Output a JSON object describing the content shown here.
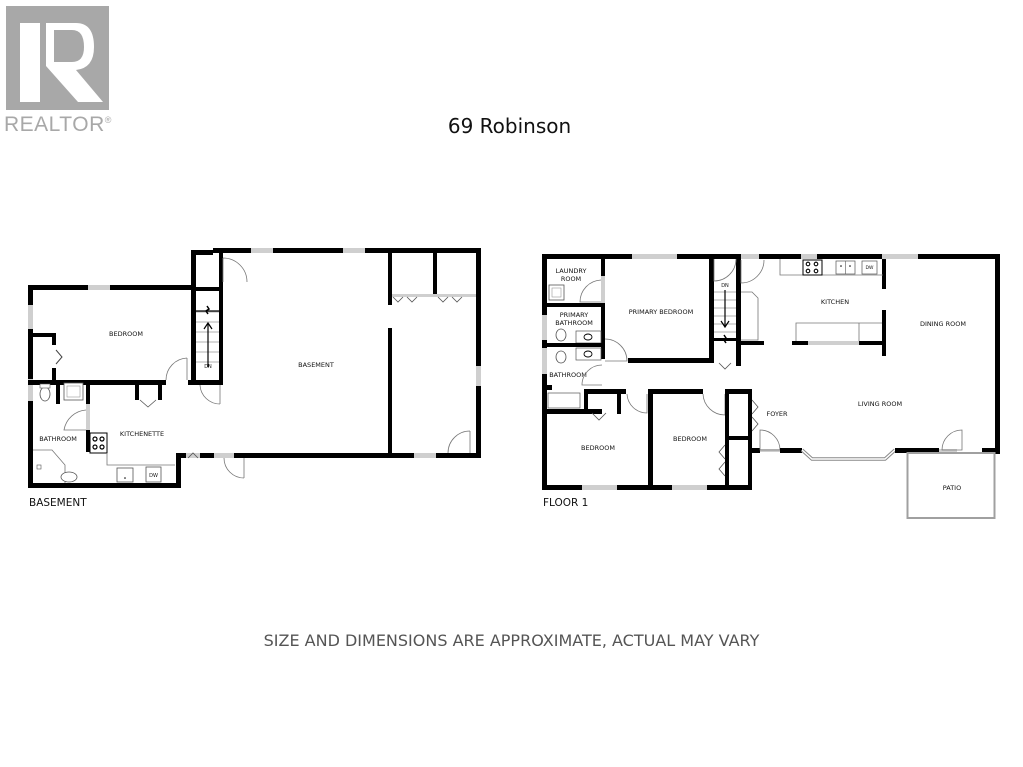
{
  "logo": {
    "icon": "realtor-r-logo-icon",
    "text": "REALTOR",
    "registered": "®",
    "color": "#a8a8a8"
  },
  "title": "69 Robinson",
  "disclaimer": "SIZE AND DIMENSIONS ARE APPROXIMATE, ACTUAL MAY VARY",
  "plans": {
    "basement": {
      "label": "BASEMENT",
      "rooms": {
        "bedroom": "BEDROOM",
        "basement": "BASEMENT",
        "bathroom": "BATHROOM",
        "kitchenette": "KITCHENETTE",
        "stairs": "DN",
        "dishwasher": "DW"
      }
    },
    "floor1": {
      "label": "FLOOR 1",
      "rooms": {
        "laundry_line1": "LAUNDRY",
        "laundry_line2": "ROOM",
        "primary_bathroom_line1": "PRIMARY",
        "primary_bathroom_line2": "BATHROOM",
        "primary_bedroom": "PRIMARY BEDROOM",
        "bathroom": "BATHROOM",
        "kitchen": "KITCHEN",
        "dining_room": "DINING ROOM",
        "living_room": "LIVING ROOM",
        "foyer": "FOYER",
        "bedroom_1": "BEDROOM",
        "bedroom_2": "BEDROOM",
        "patio": "PATIO",
        "stairs": "DN",
        "dishwasher": "DW"
      }
    }
  },
  "colors": {
    "wall": "#000000",
    "window": "#cfcfcf",
    "patio_outline": "#a0a0a0",
    "text": "#111111",
    "disclaimer": "#555555"
  }
}
